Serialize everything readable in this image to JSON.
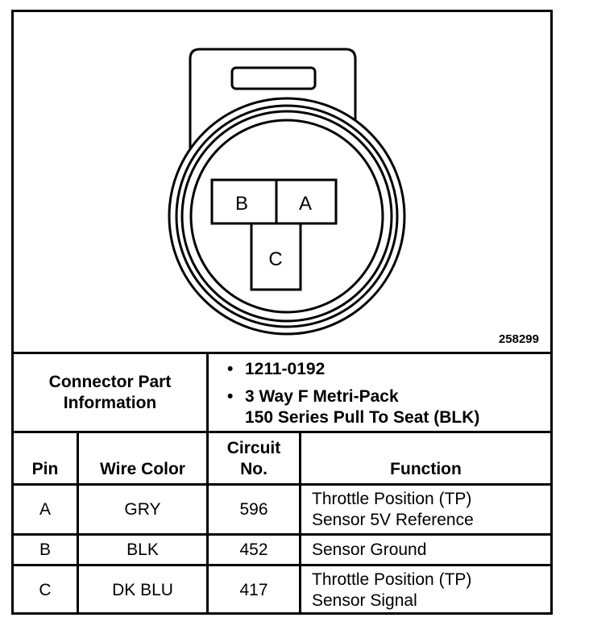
{
  "diagram": {
    "pins": {
      "a": "A",
      "b": "B",
      "c": "C"
    },
    "figure_id": "258299"
  },
  "connector_info": {
    "label_line1": "Connector Part",
    "label_line2": "Information",
    "bullets": [
      {
        "line1": "1211-0192",
        "line2": ""
      },
      {
        "line1": "3 Way F Metri-Pack",
        "line2": "150 Series Pull To Seat (BLK)"
      }
    ]
  },
  "table": {
    "headers": {
      "pin": "Pin",
      "wire_color": "Wire Color",
      "circuit_line1": "Circuit",
      "circuit_line2": "No.",
      "function": "Function"
    },
    "rows": [
      {
        "pin": "A",
        "wire_color": "GRY",
        "circuit": "596",
        "function_line1": "Throttle Position (TP)",
        "function_line2": "Sensor 5V Reference"
      },
      {
        "pin": "B",
        "wire_color": "BLK",
        "circuit": "452",
        "function_line1": "Sensor Ground",
        "function_line2": ""
      },
      {
        "pin": "C",
        "wire_color": "DK BLU",
        "circuit": "417",
        "function_line1": "Throttle Position (TP)",
        "function_line2": "Sensor Signal"
      }
    ]
  }
}
